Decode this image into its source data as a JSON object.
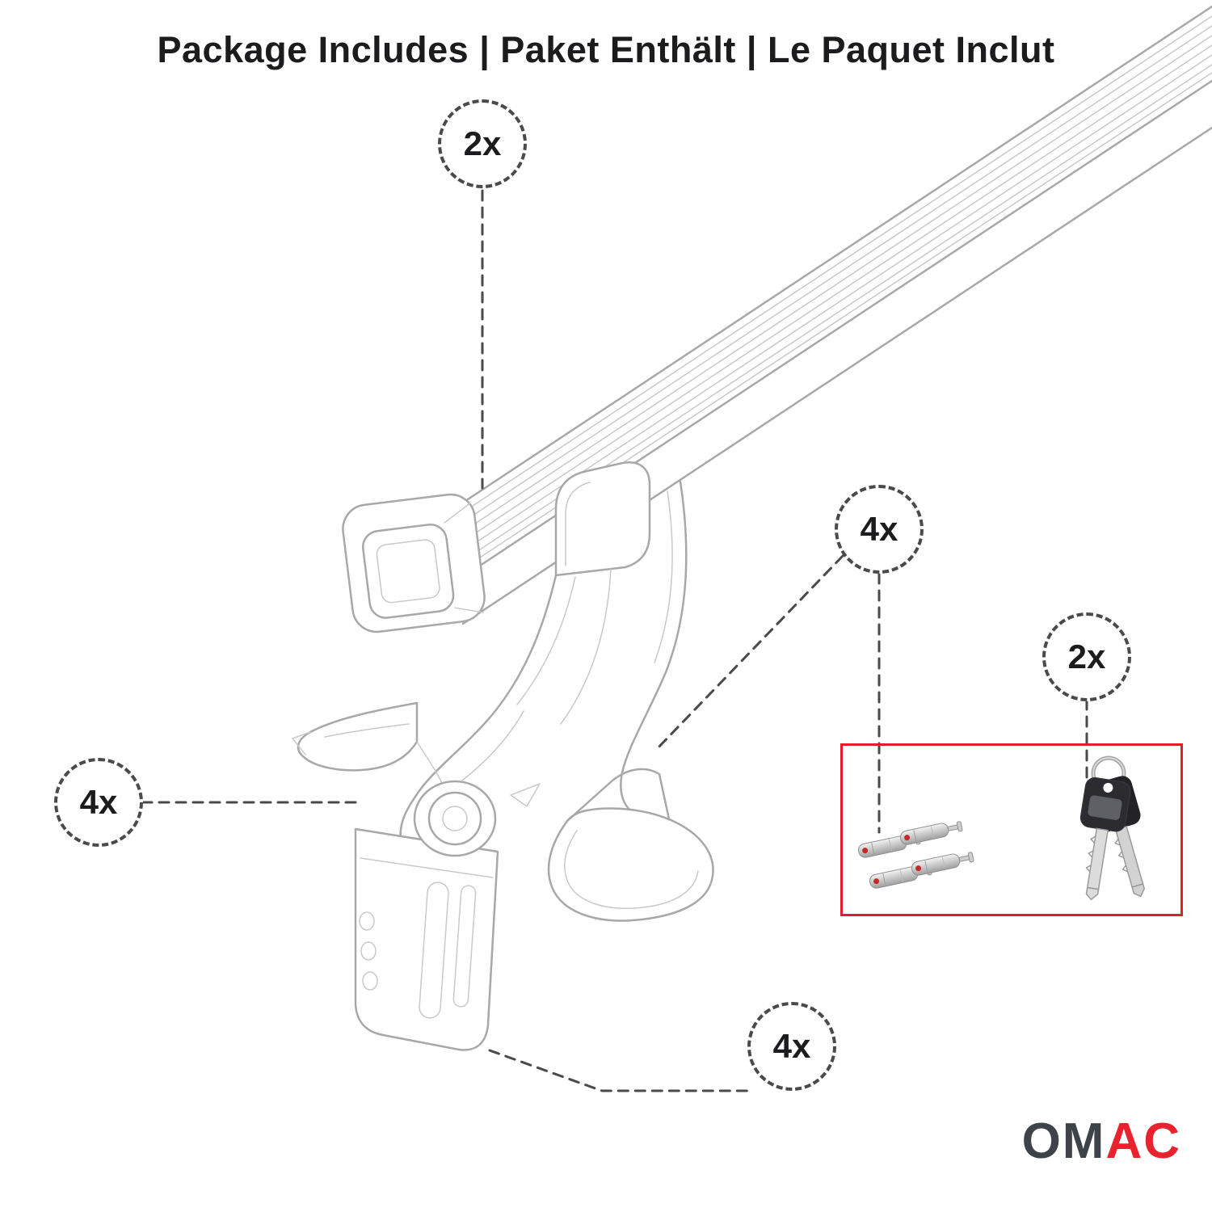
{
  "title": "Package Includes | Paket Enthält | Le Paquet Inclut",
  "callouts": [
    {
      "id": "crossbar",
      "label": "2x"
    },
    {
      "id": "mounting-foot",
      "label": "4x"
    },
    {
      "id": "lock-cylinders",
      "label": "4x"
    },
    {
      "id": "keys",
      "label": "2x"
    },
    {
      "id": "clamp-bracket",
      "label": "4x"
    }
  ],
  "hardware_box": {
    "border_color": "#e31e26",
    "contents": [
      "lock-cylinders-image",
      "keys-image"
    ]
  },
  "brand": {
    "logo_left": "OM",
    "logo_right": "AC",
    "color_dark": "#3d4349",
    "color_red": "#e8232e"
  },
  "illustration": {
    "subject": "roof-rack-crossbar-with-mounting-foot",
    "line_color": "#a8a8a8",
    "leader_color": "#4a4a4a"
  }
}
